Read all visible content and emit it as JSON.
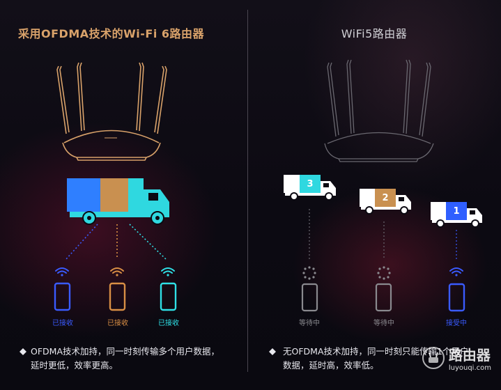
{
  "left": {
    "title": "采用OFDMA技术的Wi-Fi 6路由器",
    "truck_colors": [
      "#2f7fff",
      "#c99050",
      "#2fd8e0"
    ],
    "phones": [
      {
        "status": "已接收",
        "color": "#3a5bff"
      },
      {
        "status": "已接收",
        "color": "#d98f45"
      },
      {
        "status": "已接收",
        "color": "#2fe0e6"
      }
    ],
    "caption_line1": "OFDMA技术加持，同一时刻传输多个用户数据，",
    "caption_line2": "延时更低，效率更高。"
  },
  "right": {
    "title": "WiFi5路由器",
    "trucks": [
      {
        "number": "3",
        "color": "#2fd8e0"
      },
      {
        "number": "2",
        "color": "#c99050"
      },
      {
        "number": "1",
        "color": "#2f5fff"
      }
    ],
    "phones": [
      {
        "status": "等待中",
        "color": "#8a8a8f"
      },
      {
        "status": "等待中",
        "color": "#8a8a8f"
      },
      {
        "status": "接受中",
        "color": "#3a5bff"
      }
    ],
    "caption_line1": "无OFDMA技术加持，同一时刻只能传输1个用户",
    "caption_line2": "数据，延时高，效率低。"
  },
  "watermark": {
    "zh": "路由器",
    "en": "luyouqi.com"
  },
  "colors": {
    "orange": "#d9a26a",
    "gray_router": "#6a6870"
  }
}
